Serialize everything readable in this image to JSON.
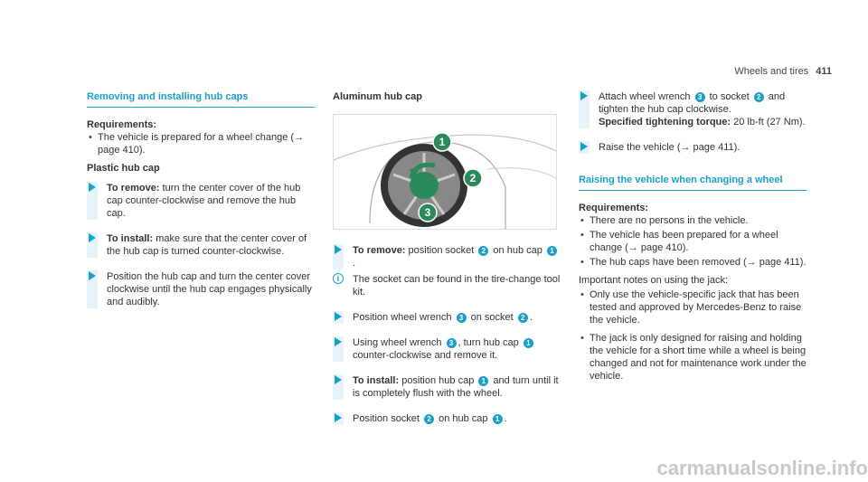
{
  "header": {
    "section": "Wheels and tires",
    "page": "411"
  },
  "col1": {
    "title": "Removing and installing hub caps",
    "req_label": "Requirements:",
    "req_items": [
      "The vehicle is prepared for a wheel change (→ page 410)."
    ],
    "plastic_label": "Plastic hub cap",
    "steps": [
      {
        "label": "To remove:",
        "text": " turn the center cover of the hub cap counter-clockwise and remove the hub cap."
      },
      {
        "label": "To install:",
        "text": " make sure that the center cover of the hub cap is turned counter-clockwise."
      },
      {
        "label": "",
        "text": "Position the hub cap and turn the center cover clockwise until the hub cap engages physically and audibly."
      }
    ]
  },
  "col2": {
    "title": "Aluminum hub cap",
    "figure_labels": [
      "1",
      "2",
      "3"
    ],
    "step1": {
      "label": "To remove:",
      "a": " position socket ",
      "b": " on hub cap ",
      "c": "."
    },
    "note": "The socket can be found in the tire-change tool kit.",
    "step2": {
      "a": "Position wheel wrench ",
      "b": " on socket ",
      "c": "."
    },
    "step3": {
      "a": "Using wheel wrench ",
      "b": ", turn hub cap ",
      "c": " counter-clockwise and remove it."
    },
    "step4": {
      "label": "To install:",
      "a": " position hub cap ",
      "b": " and turn until it is completely flush with the wheel."
    },
    "step5": {
      "a": "Position socket ",
      "b": " on hub cap ",
      "c": "."
    }
  },
  "col3": {
    "step1": {
      "a": "Attach wheel wrench ",
      "b": " to socket ",
      "c": " and tighten the hub cap clockwise."
    },
    "spec_label": "Specified tightening torque:",
    "spec_value": " 20 lb-ft (27 Nm).",
    "step2": "Raise the vehicle (→ page 411).",
    "title": "Raising the vehicle when changing a wheel",
    "req_label": "Requirements:",
    "req_items": [
      "There are no persons in the vehicle.",
      "The vehicle has been prepared for a wheel change (→ page 410).",
      "The hub caps have been removed (→ page 411)."
    ],
    "important": "Important notes on using the jack:",
    "important_items": [
      "Only use the vehicle-specific jack that has been tested and approved by Mercedes-Benz to raise the vehicle.",
      "The jack is only designed for raising and holding the vehicle for a short time while a wheel is being changed and not for maintenance work under the vehicle."
    ]
  },
  "badges": {
    "n1": "1",
    "n2": "2",
    "n3": "3"
  },
  "footer": "carmanualsonline.info",
  "colors": {
    "accent": "#1aa0c8",
    "step_bar": "#e6f3f8"
  }
}
